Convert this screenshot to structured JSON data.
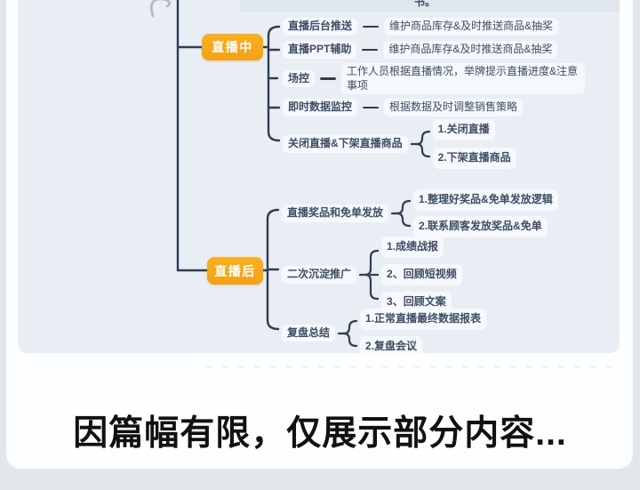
{
  "mindmap": {
    "top_fragment": "书。",
    "branches": [
      {
        "label": "直播中",
        "children": [
          {
            "label": "直播后台推送",
            "desc": "维护商品库存&及时推送商品&抽奖"
          },
          {
            "label": "直播PPT辅助",
            "desc": "维护商品库存&及时推送商品&抽奖"
          },
          {
            "label": "场控",
            "desc": "工作人员根据直播情况，举牌提示直播进度&注意事项"
          },
          {
            "label": "即时数据监控",
            "desc": "根据数据及时调整销售策略"
          },
          {
            "label": "关闭直播&下架直播商品",
            "subitems": [
              "1.关闭直播",
              "2.下架直播商品"
            ]
          }
        ]
      },
      {
        "label": "直播后",
        "children": [
          {
            "label": "直播奖品和免单发放",
            "subitems": [
              "1.整理好奖品&免单发放逻辑",
              "2.联系顾客发放奖品&免单"
            ]
          },
          {
            "label": "二次沉淀推广",
            "subitems": [
              "1.成绩战报",
              "2、回顾短视频",
              "3、回顾文案"
            ]
          },
          {
            "label": "复盘总结",
            "subitems": [
              "1.正常直播最终数据报表",
              "2.复盘会议"
            ]
          }
        ]
      }
    ]
  },
  "footer": {
    "headline": "因篇幅有限，仅展示部分内容..."
  },
  "colors": {
    "badge_orange": "#F7A81D",
    "connector_line": "#2E3E53",
    "node_text": "#3D4E63",
    "panel_blue": "#E9EEF4",
    "page_background": "#E3E6EB",
    "card_white": "#FDFEFF",
    "headline_black": "#111111"
  }
}
